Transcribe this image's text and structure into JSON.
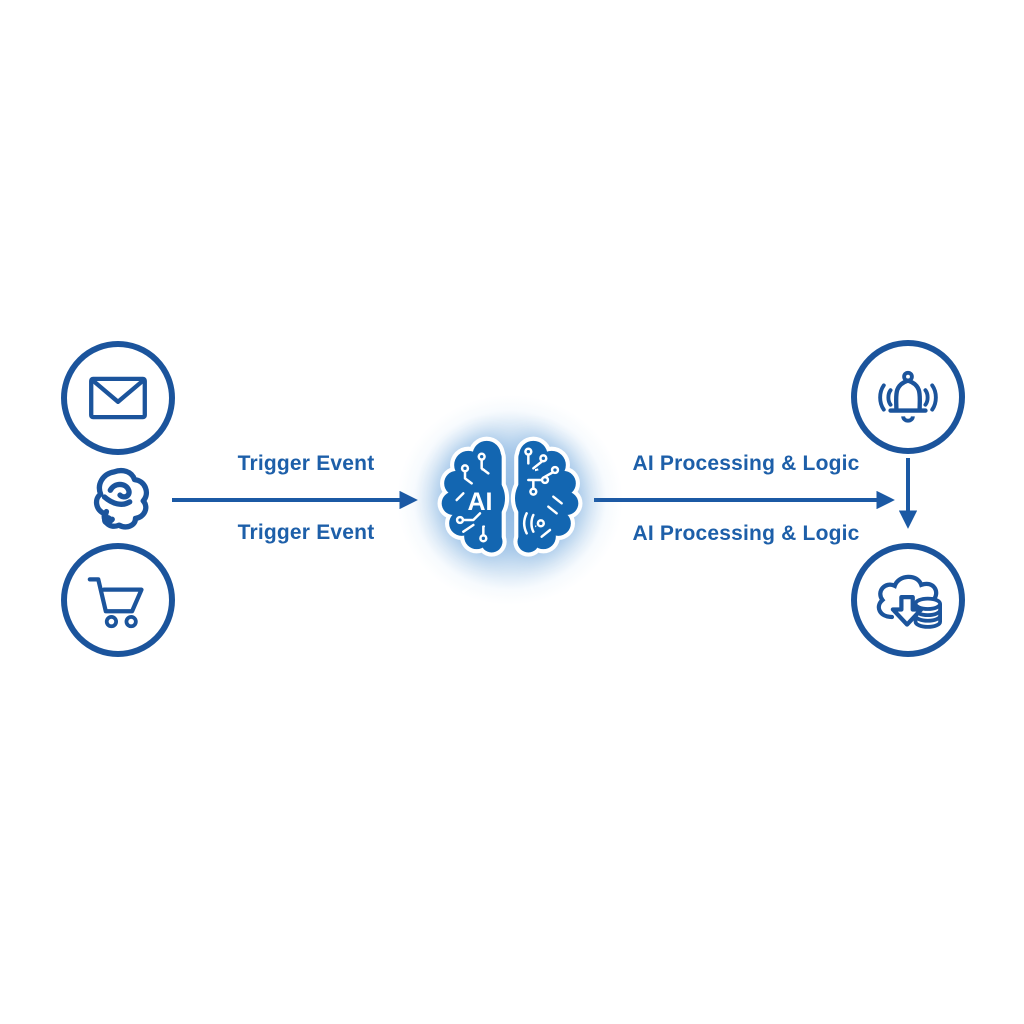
{
  "page": {
    "background": "#ffffff"
  },
  "palette": {
    "icon_stroke": "#1b549c",
    "arrow": "#1b59a4",
    "label_text": "#1d5fa9",
    "brain_fill": "#1366b1",
    "brain_trace": "#ffffff",
    "glow": "#aecdeb"
  },
  "diagram": {
    "sources": {
      "email": {
        "icon": "email-icon"
      },
      "chat": {
        "icon": "chat-blob-icon"
      },
      "cart": {
        "icon": "shopping-cart-icon"
      }
    },
    "labels": {
      "trigger_top": "Trigger Event",
      "trigger_bottom": "Trigger Event",
      "processing_top": "AI Processing & Logic",
      "processing_bottom": "AI Processing & Logic"
    },
    "ai_core": {
      "icon": "ai-brain-icon",
      "label": "AI"
    },
    "outputs": {
      "notification": {
        "icon": "notification-bell-icon"
      },
      "storage": {
        "icon": "cloud-database-download-icon"
      }
    }
  }
}
